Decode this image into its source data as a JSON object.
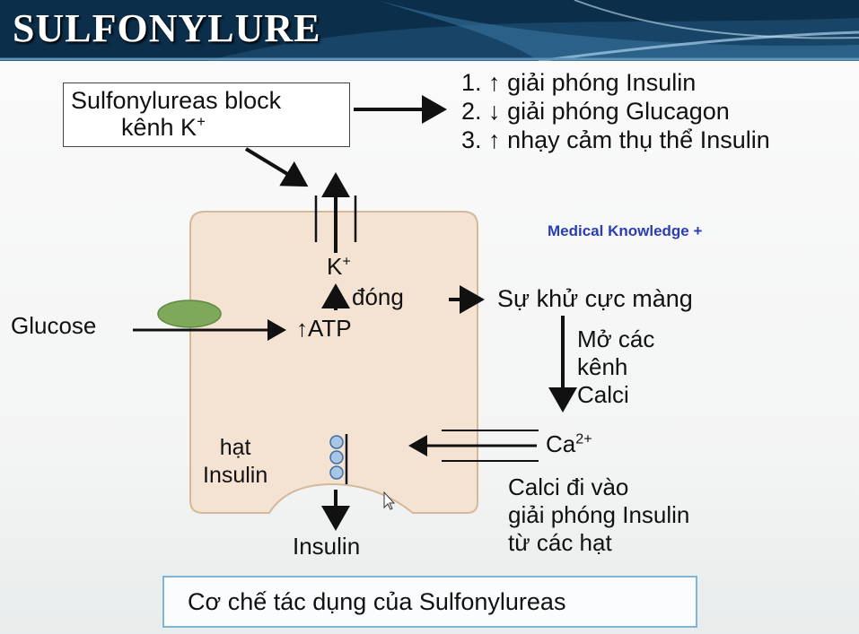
{
  "header": {
    "title": "SULFONYLURE"
  },
  "block_box": {
    "line1": "Sulfonylureas block",
    "line2_prefix": "kênh K",
    "line2_sup": "+"
  },
  "effects": [
    {
      "num": "1.",
      "arrow": "↑",
      "text": "giải phóng Insulin"
    },
    {
      "num": "2.",
      "arrow": "↓",
      "text": "giải phóng Glucagon"
    },
    {
      "num": "3.",
      "arrow": "↑",
      "text": "nhạy cảm thụ thể Insulin"
    }
  ],
  "brand": "Medical Knowledge +",
  "labels": {
    "k_prefix": "K",
    "k_sup": "+",
    "dong": "đóng",
    "glucose": "Glucose",
    "atp": "ATP",
    "depolarization": "Sự khử cực màng",
    "open_channels": [
      "Mở các",
      "kênh",
      "Calci"
    ],
    "ca_prefix": "Ca",
    "ca_sup": "2+",
    "granules": [
      "hạt",
      "Insulin"
    ],
    "insulin_out": "Insulin",
    "calcium_release": [
      "Calci đi vào",
      "giải phóng Insulin",
      "từ các hạt"
    ]
  },
  "caption": "Cơ chế tác dụng của Sulfonylureas",
  "colors": {
    "header_bg": "#0b2e4a",
    "cell_fill": "#f4e3d3",
    "cell_stroke": "#d4b89a",
    "transporter": "#7ea85a",
    "granule": "#a9c6e6",
    "brand": "#2b3db5",
    "caption_border": "#7fb6d6"
  }
}
